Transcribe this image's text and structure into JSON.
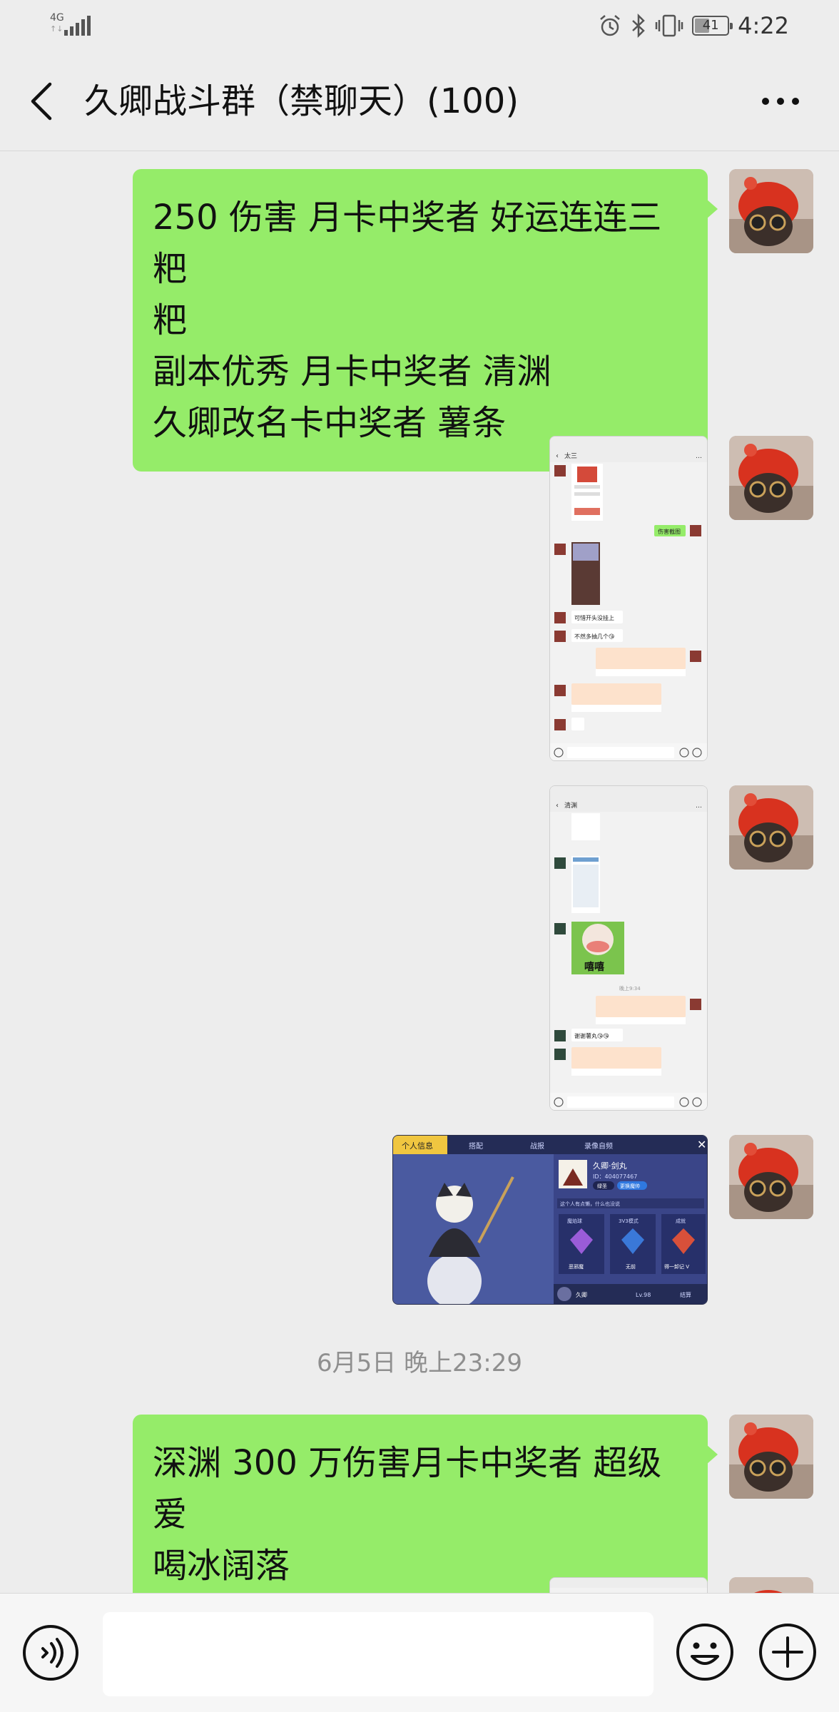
{
  "status_bar": {
    "network": "4G",
    "network_sub": "↑↓",
    "battery": "41",
    "time": "4:22"
  },
  "header": {
    "title": "久卿战斗群（禁聊天）(100)"
  },
  "messages": {
    "msg1_lines": [
      "250 伤害 月卡中奖者 好运连连三粑",
      "粑",
      "副本优秀 月卡中奖者 清渊",
      "久卿改名卡中奖者 薯条"
    ],
    "screenshot1": {
      "top_title": "太三",
      "bubble_text_1": "伤害截图",
      "bubble_text_2": "可惜开头没挂上",
      "bubble_text_3": "不然多抽几个😘"
    },
    "screenshot2": {
      "top_title": "清渊",
      "sticker_text": "嘻嘻",
      "time_text": "晚上9:34",
      "bubble_text": "谢谢薯丸😘😘"
    },
    "game_card": {
      "tab1": "个人信息",
      "tab2": "搭配",
      "tab3": "战报",
      "tab4": "录像自频",
      "player_name": "久卿·剑丸",
      "player_id": "ID：404077467",
      "badge1": "绿圣",
      "badge2": "更换魔帅",
      "signature": "这个人有点懒，什么也没说",
      "stat1_label": "魔焰球",
      "stat1_value": "恶邪魔",
      "stat2_label": "3V3模式",
      "stat2_value": "无前",
      "stat3_label": "成就",
      "stat3_value": "得一卸记 V",
      "footer_name": "久卿",
      "footer_level": "Lv.98",
      "footer_btn": "结算"
    },
    "time_divider": "6月5日 晚上23:29",
    "msg2_lines": [
      "深渊 300 万伤害月卡中奖者 超级爱",
      "喝冰阔落"
    ]
  },
  "input_bar": {
    "placeholder": ""
  }
}
